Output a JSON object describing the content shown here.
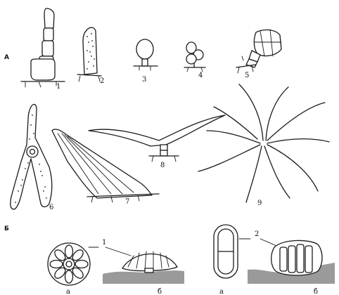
{
  "section_labels": {
    "a": "А",
    "b": "Б"
  },
  "figure_numbers": [
    "1",
    "2",
    "3",
    "4",
    "5",
    "6",
    "7",
    "8",
    "9"
  ],
  "part_b": {
    "item1_number": "1",
    "item2_number": "2",
    "item1_left_letter": "а",
    "item1_right_letter": "б",
    "item2_left_letter": "а",
    "item2_right_letter": "б"
  }
}
